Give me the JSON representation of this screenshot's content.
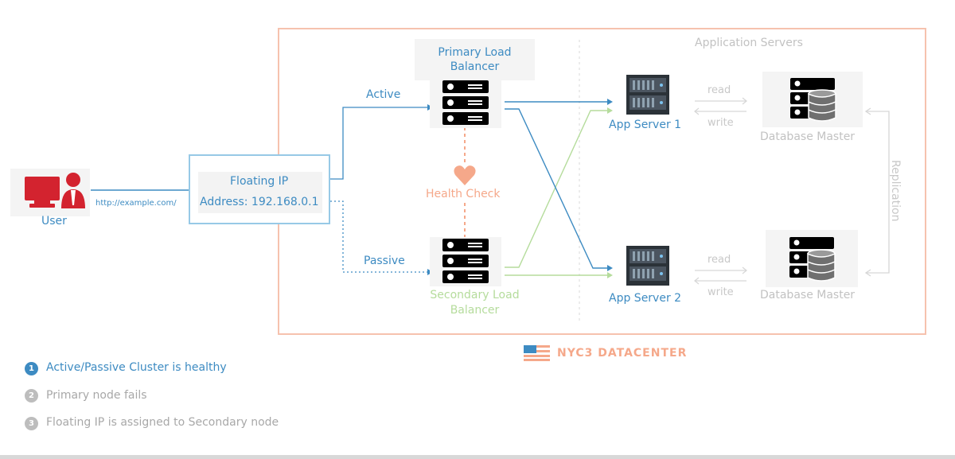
{
  "user": {
    "label": "User",
    "url": "http://example.com/"
  },
  "floating_ip": {
    "title": "Floating IP",
    "address": "Address: 192.168.0.1"
  },
  "paths": {
    "active": "Active",
    "passive": "Passive"
  },
  "load_balancers": {
    "primary": "Primary Load Balancer",
    "secondary": "Secondary Load Balancer"
  },
  "health_check": "Health Check",
  "app_servers": {
    "section_title": "Application Servers",
    "server1": "App Server 1",
    "server2": "App Server 2"
  },
  "database": {
    "master1": "Database Master",
    "master2": "Database Master",
    "replication": "Replication"
  },
  "io": {
    "read1": "read",
    "write1": "write",
    "read2": "read",
    "write2": "write"
  },
  "datacenter": {
    "name": "NYC3 DATACENTER"
  },
  "legend": [
    {
      "num": "1",
      "text": "Active/Passive Cluster is healthy",
      "active": true
    },
    {
      "num": "2",
      "text": "Primary node fails",
      "active": false
    },
    {
      "num": "3",
      "text": "Floating IP is assigned to Secondary node",
      "active": false
    }
  ],
  "colors": {
    "blue": "#3d8bc2",
    "green": "#b5dc9c",
    "orange": "#f5a88a",
    "red": "#d3232f",
    "grey_text": "#bdbdbd"
  }
}
